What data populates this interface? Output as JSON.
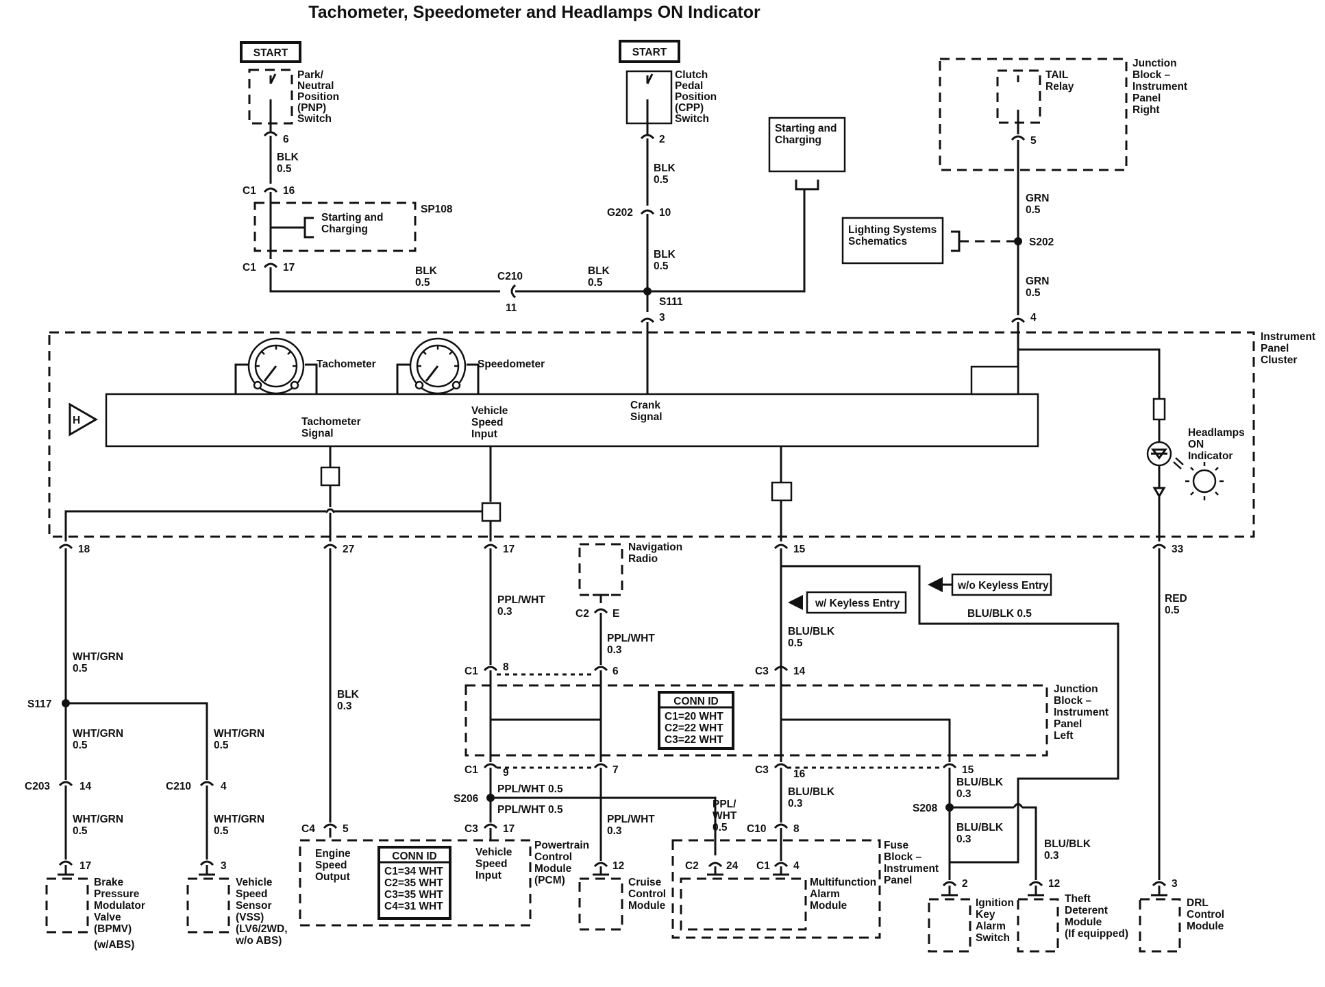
{
  "title": "Tachometer, Speedometer and Headlamps ON Indicator",
  "start_badges": [
    "START",
    "START"
  ],
  "blocks": {
    "pnp_switch": [
      "Park/",
      "Neutral",
      "Position",
      "(PNP)",
      "Switch"
    ],
    "cpp_switch": [
      "Clutch",
      "Pedal",
      "Position",
      "(CPP)",
      "Switch"
    ],
    "starting_charging_sp": [
      "Starting and",
      "Charging"
    ],
    "starting_charging_top": [
      "Starting and",
      "Charging"
    ],
    "tail_relay": [
      "TAIL",
      "Relay"
    ],
    "junction_block_ipr": [
      "Junction",
      "Block –",
      "Instrument",
      "Panel",
      "Right"
    ],
    "lighting_systems": [
      "Lighting Systems",
      "Schematics"
    ],
    "instrument_panel_cluster": [
      "Instrument",
      "Panel",
      "Cluster"
    ],
    "tachometer": "Tachometer",
    "speedometer": "Speedometer",
    "tach_signal": [
      "Tachometer",
      "Signal"
    ],
    "vehicle_speed_input": [
      "Vehicle",
      "Speed",
      "Input"
    ],
    "crank_signal": [
      "Crank",
      "Signal"
    ],
    "headlamps_on_indicator": [
      "Headlamps",
      "ON",
      "Indicator"
    ],
    "navigation_radio": [
      "Navigation",
      "Radio"
    ],
    "wo_keyless": "w/o Keyless Entry",
    "w_keyless": "w/ Keyless Entry",
    "junction_block_ipl": [
      "Junction",
      "Block –",
      "Instrument",
      "Panel",
      "Left"
    ],
    "conn_id_jb": [
      "CONN ID",
      "C1=20 WHT",
      "C2=22 WHT",
      "C3=22 WHT"
    ],
    "bpmv": [
      "Brake",
      "Pressure",
      "Modulator",
      "Valve",
      "(BPMV)",
      "(w/ABS)"
    ],
    "vss": [
      "Vehicle",
      "Speed",
      "Sensor",
      "(VSS)",
      "(LV6/2WD,",
      "w/o ABS)"
    ],
    "engine_speed_output": [
      "Engine",
      "Speed",
      "Output"
    ],
    "pcm_vehicle_speed_input": [
      "Vehicle",
      "Speed",
      "Input"
    ],
    "pcm": [
      "Powertrain",
      "Control",
      "Module",
      "(PCM)"
    ],
    "conn_id_pcm": [
      "CONN ID",
      "C1=34 WHT",
      "C2=35 WHT",
      "C3=35 WHT",
      "C4=31 WHT"
    ],
    "cruise_control": [
      "Cruise",
      "Control",
      "Module"
    ],
    "fuse_block": [
      "Fuse",
      "Block –",
      "Instrument",
      "Panel"
    ],
    "multifunction_alarm": [
      "Multifunction",
      "Alarm",
      "Module"
    ],
    "ignition_key_alarm": [
      "Ignition",
      "Key",
      "Alarm",
      "Switch"
    ],
    "theft_deterrent": [
      "Theft",
      "Deterent",
      "Module",
      "(If equipped)"
    ],
    "drl_control": [
      "DRL",
      "Control",
      "Module"
    ]
  },
  "wires": {
    "blk_05": [
      "BLK",
      "0.5"
    ],
    "blk_03": [
      "BLK",
      "0.3"
    ],
    "grn_05": [
      "GRN",
      "0.5"
    ],
    "wht_grn_05": [
      "WHT/GRN",
      "0.5"
    ],
    "ppl_wht_03": [
      "PPL/WHT",
      "0.3"
    ],
    "ppl_wht_05_inline": "PPL/WHT 0.5",
    "ppl_wht_05_stack": [
      "PPL/",
      "WHT",
      "0.5"
    ],
    "blu_blk_05": [
      "BLU/BLK",
      "0.5"
    ],
    "blu_blk_05_inline": "BLU/BLK 0.5",
    "blu_blk_03": [
      "BLU/BLK",
      "0.3"
    ],
    "red_05": [
      "RED",
      "0.5"
    ]
  },
  "connectors": {
    "c1": "C1",
    "c2": "C2",
    "c3": "C3",
    "c4": "C4",
    "c10": "C10",
    "c203": "C203",
    "c210": "C210",
    "g202": "G202"
  },
  "splices": {
    "sp108": "SP108",
    "s111": "S111",
    "s202": "S202",
    "s117": "S117",
    "s206": "S206",
    "s208": "S208"
  },
  "pins": {
    "p6": "6",
    "p16": "16",
    "p17": "17",
    "p2": "2",
    "p10": "10",
    "p11": "11",
    "p3": "3",
    "p5": "5",
    "p4": "4",
    "p18": "18",
    "p27": "27",
    "p15": "15",
    "p33": "33",
    "pE": "E",
    "p8": "8",
    "p14": "14",
    "p9": "9",
    "p7": "7",
    "p12": "12",
    "p24": "24"
  },
  "ground_symbol": "H"
}
